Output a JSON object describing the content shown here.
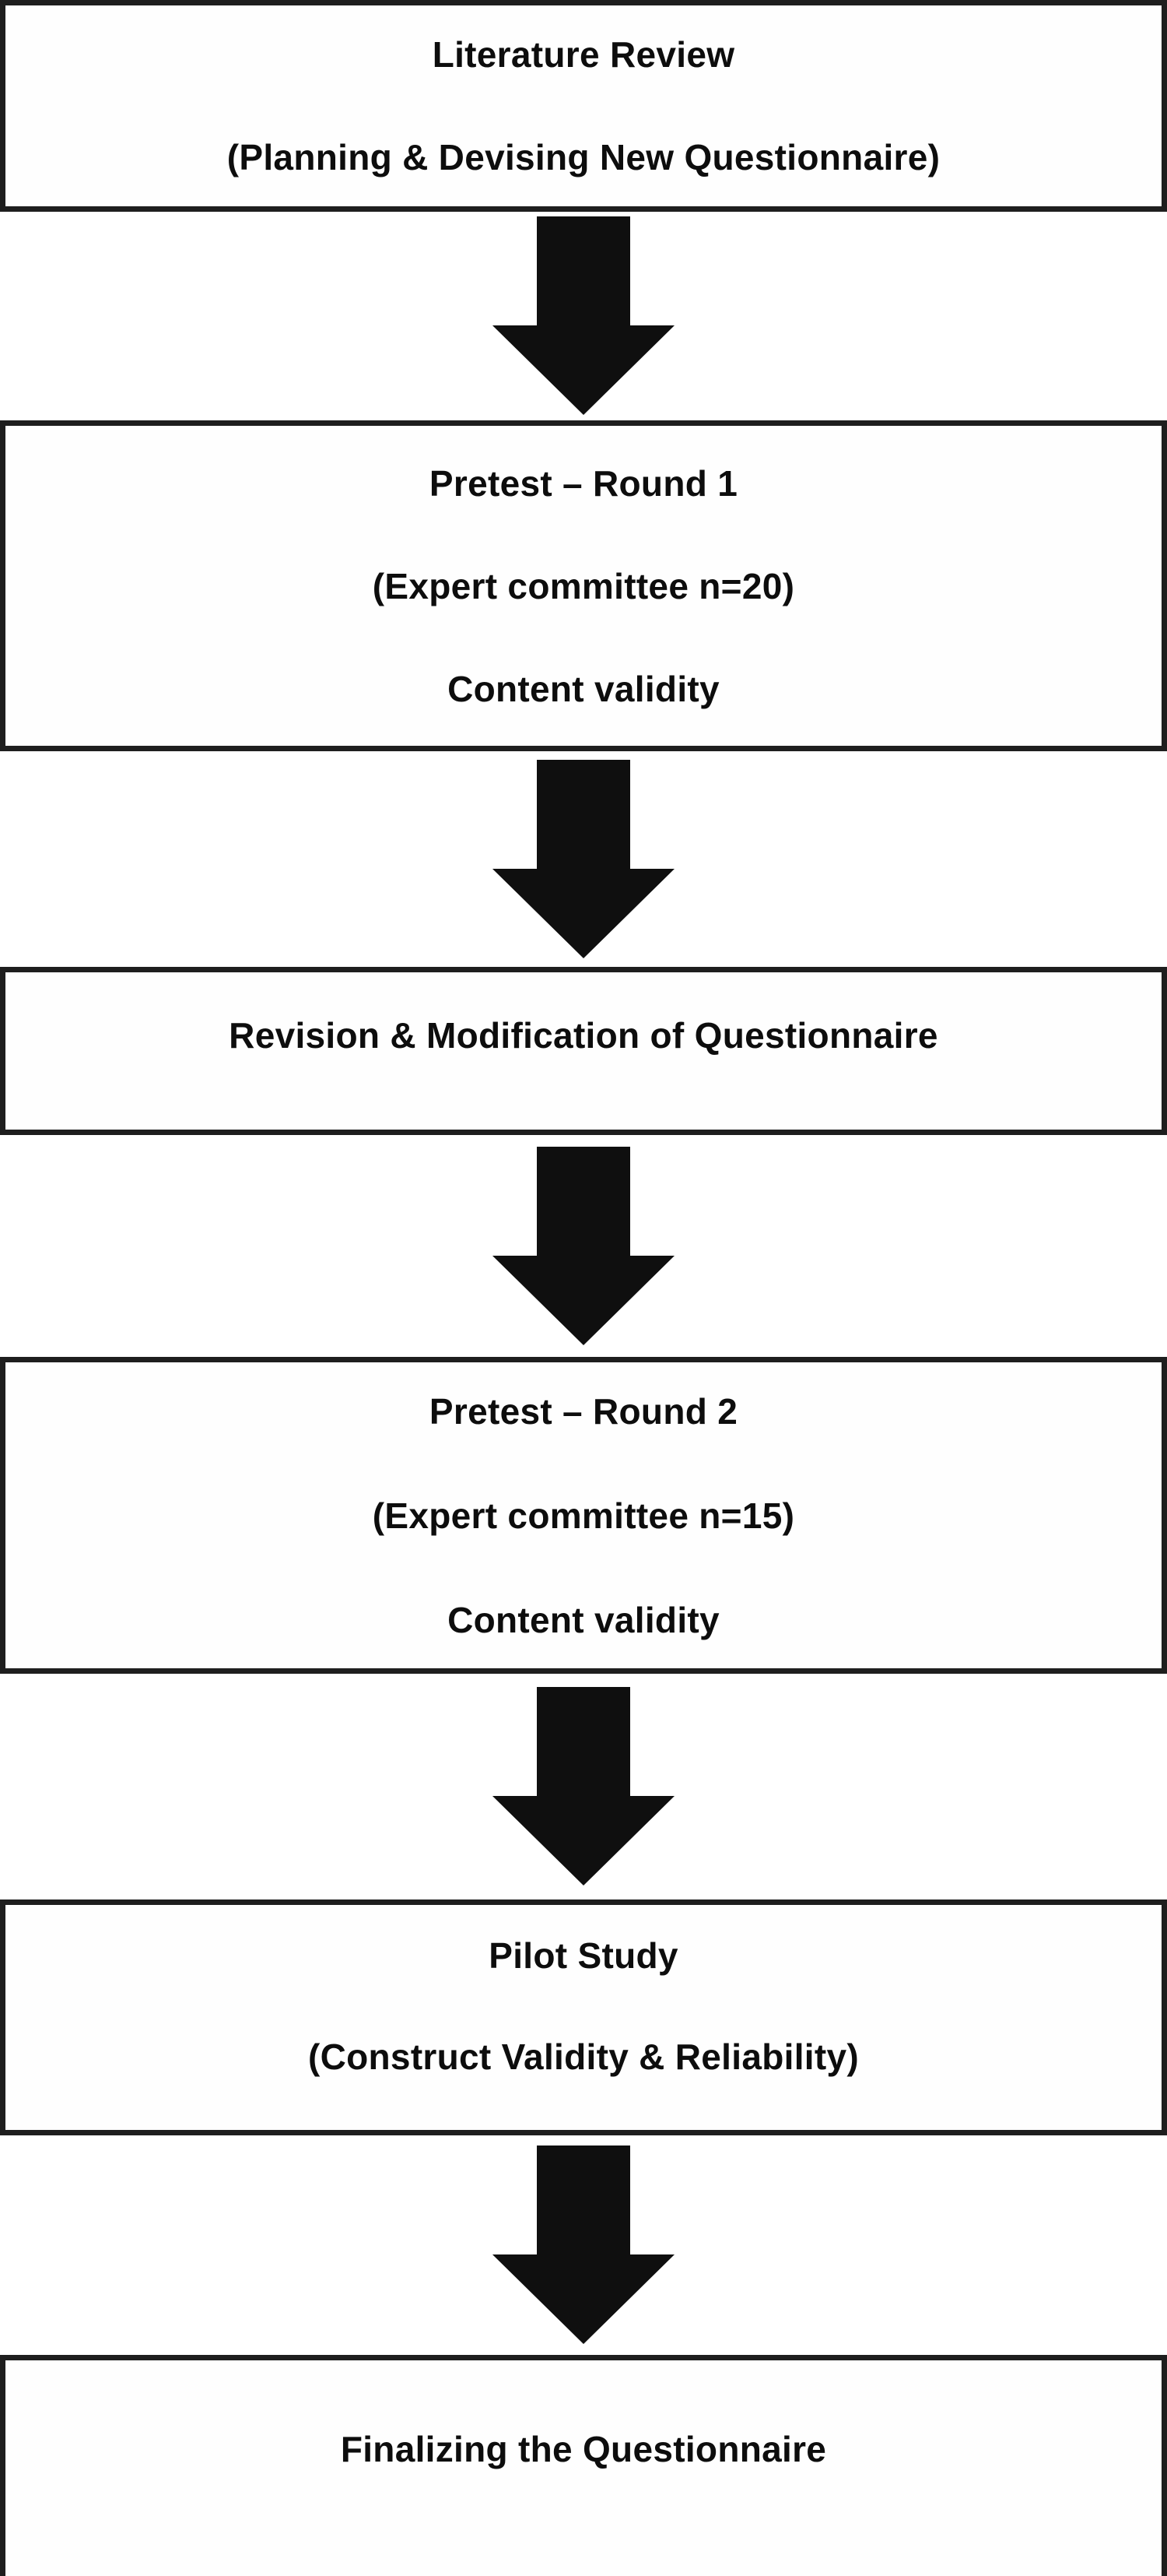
{
  "flow": {
    "title": "Questionnaire development flowchart",
    "colors": {
      "box_border": "#1e1e1e",
      "box_background": "#fefefe",
      "text": "#0d0d0d",
      "arrow": "#0f0f0f",
      "page_background": "#ffffff"
    },
    "icons": {
      "arrow": "down-arrow"
    },
    "steps": [
      {
        "id": "literature-review",
        "lines": [
          "Literature Review",
          "(Planning & Devising New Questionnaire)"
        ]
      },
      {
        "id": "pretest-round-1",
        "lines": [
          "Pretest – Round 1",
          "(Expert committee n=20)",
          "Content validity"
        ]
      },
      {
        "id": "revision-modification",
        "lines": [
          "Revision & Modification of Questionnaire"
        ]
      },
      {
        "id": "pretest-round-2",
        "lines": [
          "Pretest – Round 2",
          "(Expert committee n=15)",
          "Content validity"
        ]
      },
      {
        "id": "pilot-study",
        "lines": [
          "Pilot Study",
          "(Construct Validity & Reliability)"
        ]
      },
      {
        "id": "finalizing-questionnaire",
        "lines": [
          "Finalizing the Questionnaire"
        ]
      }
    ]
  }
}
